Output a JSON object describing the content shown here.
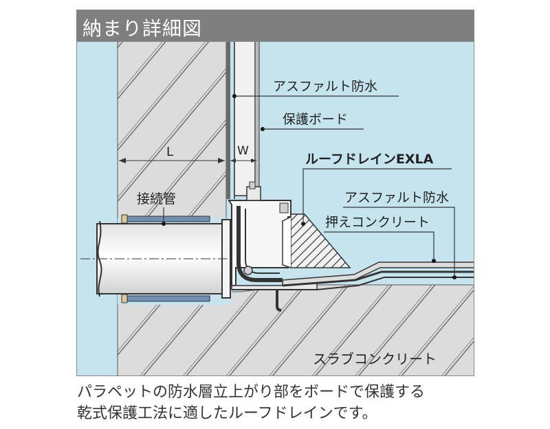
{
  "title": "納まり詳細図",
  "labels": {
    "asphalt_upper": "アスファルト防水",
    "board": "保護ボード",
    "drain": "ルーフドレインEXLA",
    "asphalt_lower": "アスファルト防水",
    "pressing_concrete": "押えコンクリート",
    "joint_pipe": "接続管",
    "dim_l": "L",
    "dim_w": "W",
    "slab": "スラブコンクリート"
  },
  "caption": {
    "line1": "パラペットの防水層立上がり部をボードで保護する",
    "line2": "乾式保護工法に適したルーフドレインです。"
  },
  "colors": {
    "header_bg": "#7f7f7f",
    "sky": "#c5e4ee",
    "concrete": "#dcdcdc",
    "outline": "#333333",
    "pipe_band": "#6f8fb3"
  }
}
